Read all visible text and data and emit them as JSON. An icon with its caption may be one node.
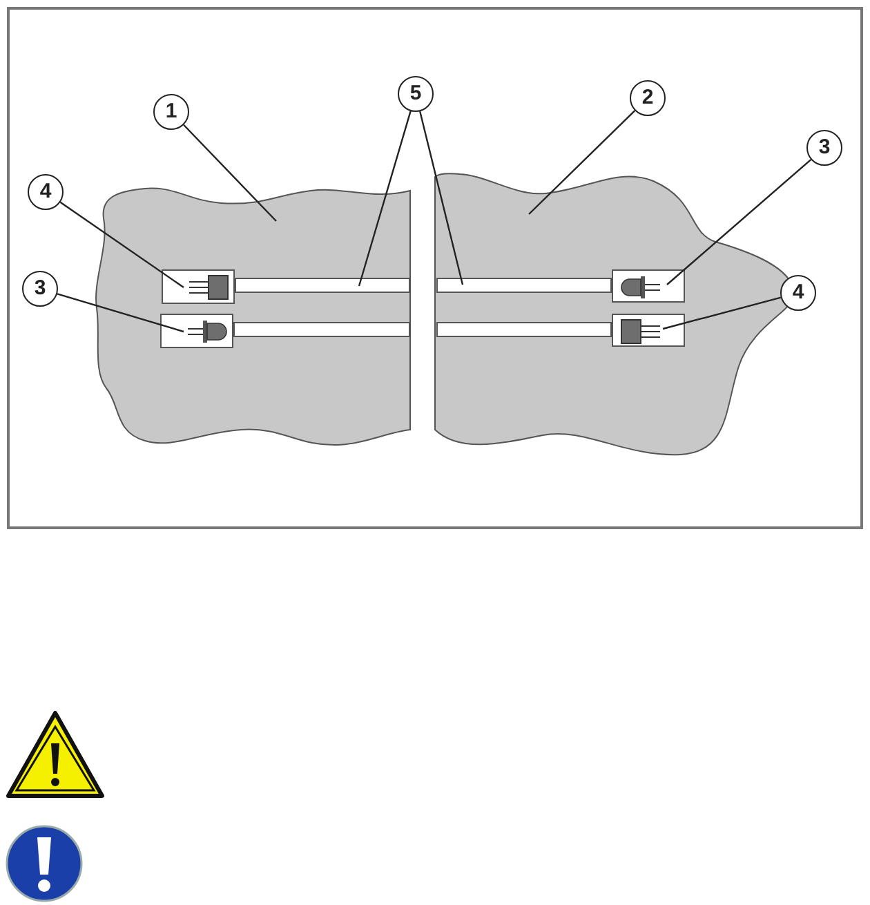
{
  "diagram": {
    "nodes": [
      {
        "text": [
          "1"
        ]
      },
      {
        "text": [
          "5"
        ]
      },
      {
        "text": [
          "2"
        ]
      },
      {
        "text": [
          "3"
        ]
      },
      {
        "text": [
          "4"
        ]
      },
      {
        "text": [
          "3"
        ]
      },
      {
        "text": [
          "4"
        ]
      },
      {
        "text": [],
        "shape": "cloud"
      },
      {
        "text": [],
        "shape": "cloud"
      },
      {
        "text": [],
        "shape": "box",
        "in": 7
      },
      {
        "text": [],
        "shape": "box",
        "in": 7
      },
      {
        "text": [],
        "shape": "box",
        "in": 8
      },
      {
        "text": [],
        "shape": "box",
        "in": 8
      },
      {
        "text": [],
        "shape": "bar",
        "in": 7
      },
      {
        "text": [],
        "shape": "bar",
        "in": 8
      },
      {
        "text": [],
        "shape": "bar",
        "in": 7
      },
      {
        "text": [],
        "shape": "bar",
        "in": 8
      }
    ],
    "edges": [
      {
        "from": 0,
        "to": 7,
        "arrow": "none"
      },
      {
        "from": 1,
        "to": 13,
        "arrow": "none"
      },
      {
        "from": 1,
        "to": 14,
        "arrow": "none"
      },
      {
        "from": 2,
        "to": 8,
        "arrow": "none"
      },
      {
        "from": 3,
        "to": 11,
        "arrow": "none"
      },
      {
        "from": 4,
        "to": 9,
        "arrow": "none"
      },
      {
        "from": 5,
        "to": 10,
        "arrow": "none"
      },
      {
        "from": 6,
        "to": 12,
        "arrow": "none"
      }
    ]
  }
}
